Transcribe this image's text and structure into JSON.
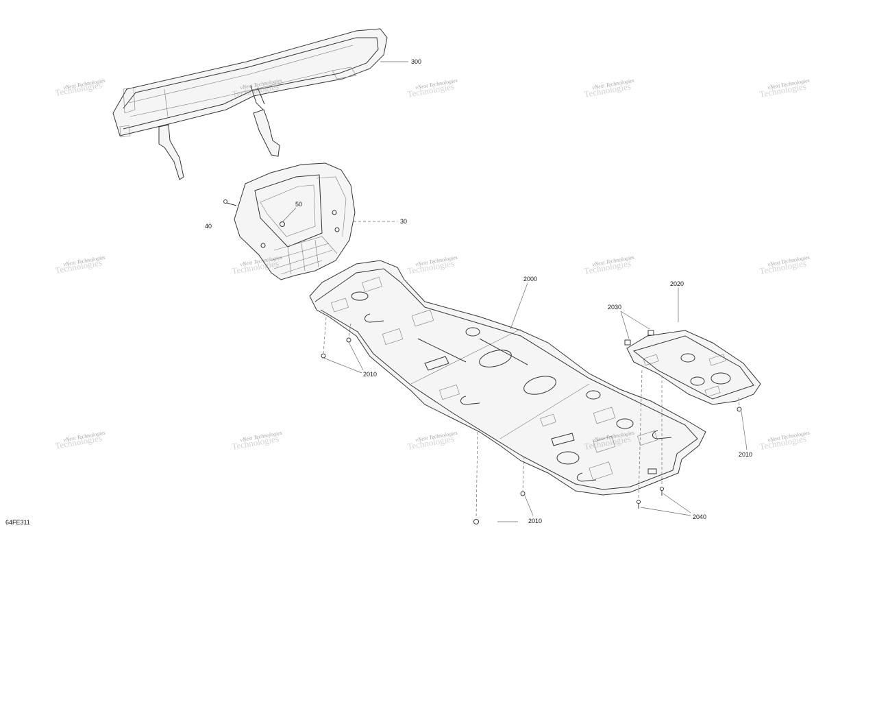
{
  "diagram_id": "64FE311",
  "watermark": {
    "line1": "vNext Technologies",
    "line2": "Technologies"
  },
  "callouts": {
    "c300": "300",
    "c50": "50",
    "c40": "40",
    "c30": "30",
    "c2000": "2000",
    "c2020": "2020",
    "c2030": "2030",
    "c2010a": "2010",
    "c2010b": "2010",
    "c2010c": "2010",
    "c2040": "2040"
  }
}
